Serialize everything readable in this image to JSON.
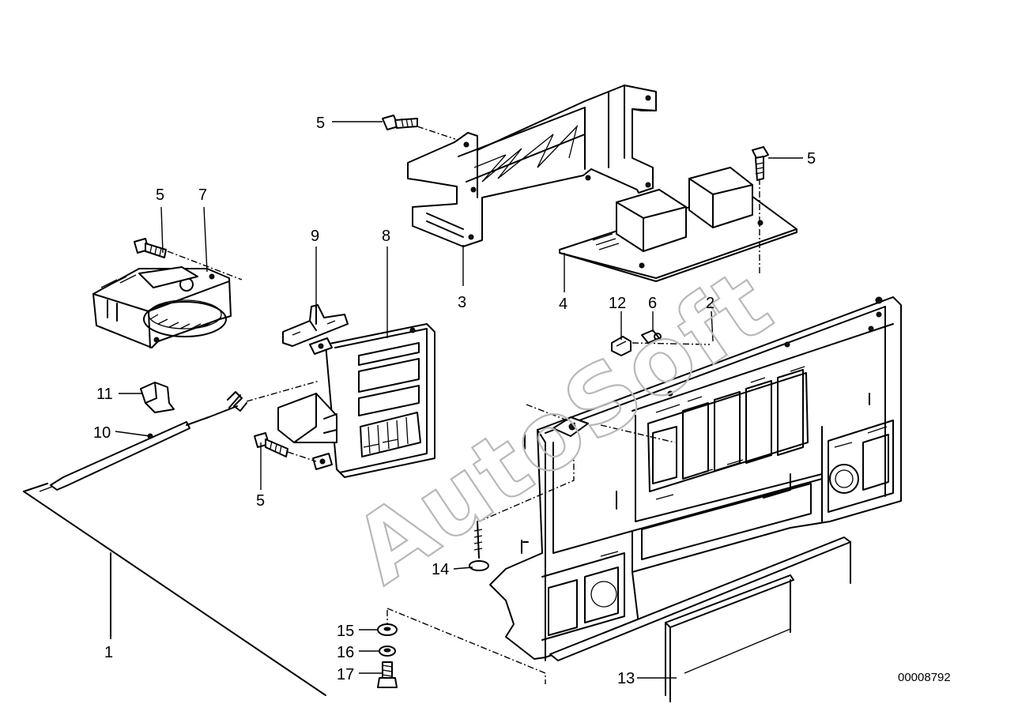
{
  "watermark": "AutoSoft",
  "drawing_number": "00008792",
  "callouts": [
    {
      "id": "c1",
      "label": "1"
    },
    {
      "id": "c2",
      "label": "2"
    },
    {
      "id": "c3",
      "label": "3"
    },
    {
      "id": "c4",
      "label": "4"
    },
    {
      "id": "c5a",
      "label": "5"
    },
    {
      "id": "c5b",
      "label": "5"
    },
    {
      "id": "c5c",
      "label": "5"
    },
    {
      "id": "c5d",
      "label": "5"
    },
    {
      "id": "c6",
      "label": "6"
    },
    {
      "id": "c7",
      "label": "7"
    },
    {
      "id": "c8",
      "label": "8"
    },
    {
      "id": "c9",
      "label": "9"
    },
    {
      "id": "c10",
      "label": "10"
    },
    {
      "id": "c11",
      "label": "11"
    },
    {
      "id": "c12",
      "label": "12"
    },
    {
      "id": "c13",
      "label": "13"
    },
    {
      "id": "c14",
      "label": "14"
    },
    {
      "id": "c15",
      "label": "15"
    },
    {
      "id": "c16",
      "label": "16"
    },
    {
      "id": "c17",
      "label": "17"
    }
  ]
}
